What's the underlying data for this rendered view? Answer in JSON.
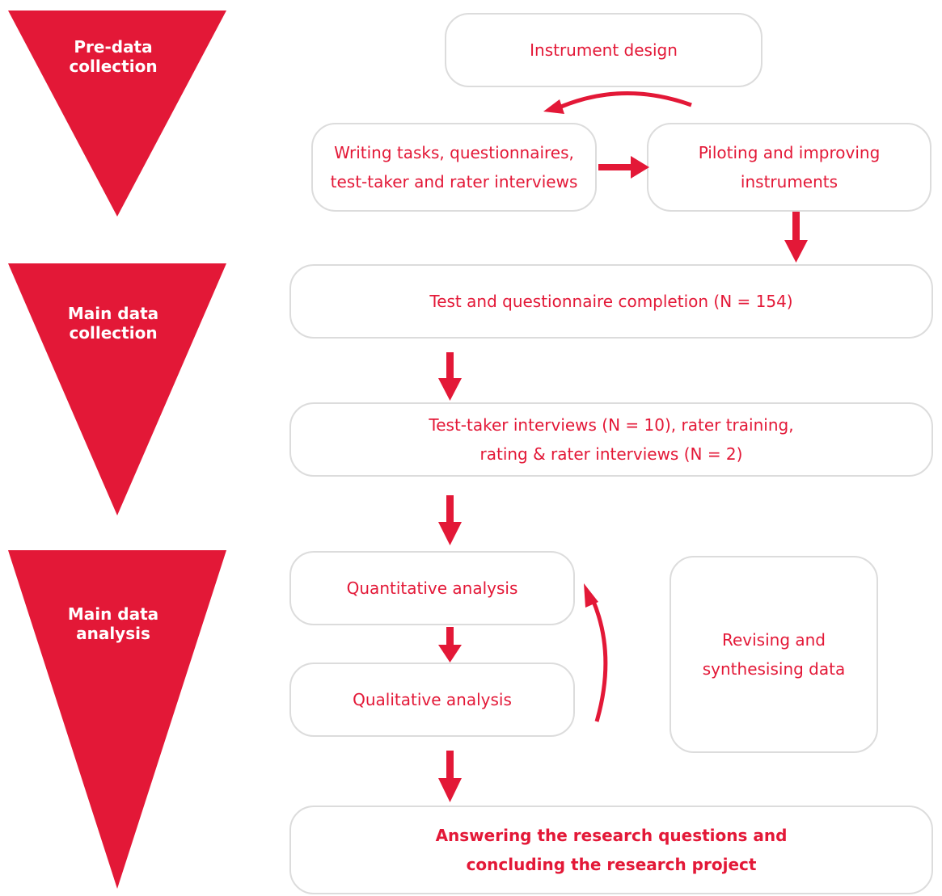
{
  "colors": {
    "accent": "#e31837",
    "border": "#dcdcdc",
    "background": "#ffffff"
  },
  "phases": [
    {
      "label_1": "Pre-data",
      "label_2": "collection"
    },
    {
      "label_1": "Main data",
      "label_2": "collection"
    },
    {
      "label_1": "Main data",
      "label_2": "analysis"
    }
  ],
  "steps": {
    "instrument_design": "Instrument design",
    "writing_tasks": {
      "line1": "Writing tasks, questionnaires,",
      "line2": "test-taker and rater interviews"
    },
    "piloting": {
      "line1": "Piloting and improving",
      "line2": "instruments"
    },
    "test_completion": "Test and questionnaire completion (N = 154)",
    "interviews": {
      "line1": "Test-taker interviews (N = 10), rater training,",
      "line2": "rating & rater interviews (N = 2)"
    },
    "quantitative": "Quantitative analysis",
    "qualitative": "Qualitative analysis",
    "revising": {
      "line1": "Revising and",
      "line2": "synthesising data"
    },
    "answering": {
      "line1": "Answering the research questions and",
      "line2": "concluding the research project"
    }
  }
}
